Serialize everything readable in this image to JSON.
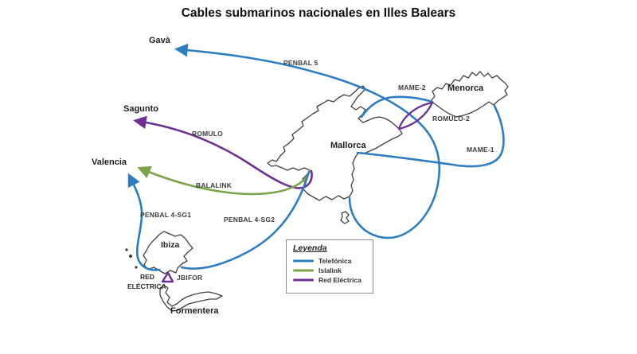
{
  "title": "Cables submarinos nacionales en Illes Balears",
  "colors": {
    "telefonica": "#2D7DC3",
    "islalink": "#7BA44A",
    "red_electrica": "#6E2E93",
    "coastline": "#404040"
  },
  "places": {
    "gava": "Gavà",
    "sagunto": "Sagunto",
    "valencia": "Valencia",
    "mallorca": "Mallorca",
    "menorca": "Menorca",
    "ibiza": "Ibiza",
    "formentera": "Formentera"
  },
  "cables": {
    "penbal5": {
      "label": "PENBAL 5",
      "operator": "Telefónica"
    },
    "mame2": {
      "label": "MAME-2",
      "operator": "Telefónica"
    },
    "mame1": {
      "label": "MAME-1",
      "operator": "Telefónica"
    },
    "romulo": {
      "label": "ROMULO",
      "operator": "Red Eléctrica"
    },
    "romulo2": {
      "label": "ROMULO-2",
      "operator": "Red Eléctrica"
    },
    "balalink": {
      "label": "BALALINK",
      "operator": "Islalink"
    },
    "penbal4sg1": {
      "label": "PENBAL 4-SG1",
      "operator": "Telefónica"
    },
    "penbal4sg2": {
      "label": "PENBAL 4-SG2",
      "operator": "Telefónica"
    },
    "jbifor": {
      "label": "JBIFOR",
      "operator": "Red Eléctrica"
    }
  },
  "station": {
    "red_electrica_line1": "RED",
    "red_electrica_line2": "ELÉCTRICA"
  },
  "legend": {
    "title": "Leyenda",
    "items": [
      {
        "label": "Telefónica",
        "color": "#2D7DC3"
      },
      {
        "label": "Islalink",
        "color": "#7BA44A"
      },
      {
        "label": "Red Eléctrica",
        "color": "#6E2E93"
      }
    ]
  }
}
